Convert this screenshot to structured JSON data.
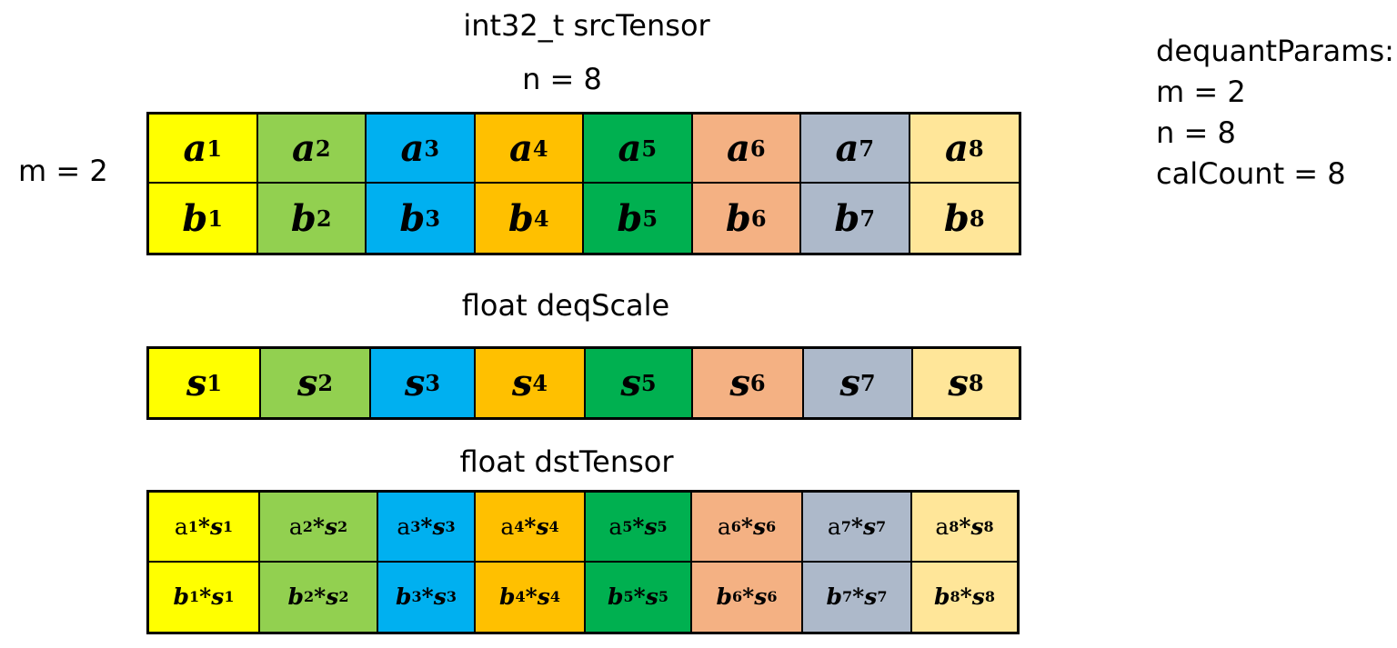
{
  "src": {
    "title": "int32_t  srcTensor",
    "n_label": "n = 8",
    "m_label": "m = 2",
    "row_a": [
      {
        "base": "a",
        "sub": "1"
      },
      {
        "base": "a",
        "sub": "2"
      },
      {
        "base": "a",
        "sub": "3"
      },
      {
        "base": "a",
        "sub": "4"
      },
      {
        "base": "a",
        "sub": "5"
      },
      {
        "base": "a",
        "sub": "6"
      },
      {
        "base": "a",
        "sub": "7"
      },
      {
        "base": "a",
        "sub": "8"
      }
    ],
    "row_b": [
      {
        "base": "b",
        "sub": "1"
      },
      {
        "base": "b",
        "sub": "2"
      },
      {
        "base": "b",
        "sub": "3"
      },
      {
        "base": "b",
        "sub": "4"
      },
      {
        "base": "b",
        "sub": "5"
      },
      {
        "base": "b",
        "sub": "6"
      },
      {
        "base": "b",
        "sub": "7"
      },
      {
        "base": "b",
        "sub": "8"
      }
    ]
  },
  "scale": {
    "title": "float  deqScale",
    "row": [
      {
        "base": "s",
        "sub": "1"
      },
      {
        "base": "s",
        "sub": "2"
      },
      {
        "base": "s",
        "sub": "3"
      },
      {
        "base": "s",
        "sub": "4"
      },
      {
        "base": "s",
        "sub": "5"
      },
      {
        "base": "s",
        "sub": "6"
      },
      {
        "base": "s",
        "sub": "7"
      },
      {
        "base": "s",
        "sub": "8"
      }
    ]
  },
  "dst": {
    "title": "float dstTensor",
    "row_a": [
      {
        "base": "a",
        "sub": "1",
        "op": "*",
        "sbase": "s",
        "ssub": "1"
      },
      {
        "base": "a",
        "sub": "2",
        "op": "*",
        "sbase": "s",
        "ssub": "2"
      },
      {
        "base": "a",
        "sub": "3",
        "op": "*",
        "sbase": "s",
        "ssub": "3"
      },
      {
        "base": "a",
        "sub": "4",
        "op": "*",
        "sbase": "s",
        "ssub": "4"
      },
      {
        "base": "a",
        "sub": "5",
        "op": "*",
        "sbase": "s",
        "ssub": "5"
      },
      {
        "base": "a",
        "sub": "6",
        "op": "*",
        "sbase": "s",
        "ssub": "6"
      },
      {
        "base": "a",
        "sub": "7",
        "op": "*",
        "sbase": "s",
        "ssub": "7"
      },
      {
        "base": "a",
        "sub": "8",
        "op": "*",
        "sbase": "s",
        "ssub": "8"
      }
    ],
    "row_b": [
      {
        "base": "b",
        "sub": "1",
        "op": "*",
        "sbase": "s",
        "ssub": "1"
      },
      {
        "base": "b",
        "sub": "2",
        "op": "*",
        "sbase": "s",
        "ssub": "2"
      },
      {
        "base": "b",
        "sub": "3",
        "op": "*",
        "sbase": "s",
        "ssub": "3"
      },
      {
        "base": "b",
        "sub": "4",
        "op": "*",
        "sbase": "s",
        "ssub": "4"
      },
      {
        "base": "b",
        "sub": "5",
        "op": "*",
        "sbase": "s",
        "ssub": "5"
      },
      {
        "base": "b",
        "sub": "6",
        "op": "*",
        "sbase": "s",
        "ssub": "6"
      },
      {
        "base": "b",
        "sub": "7",
        "op": "*",
        "sbase": "s",
        "ssub": "7"
      },
      {
        "base": "b",
        "sub": "8",
        "op": "*",
        "sbase": "s",
        "ssub": "8"
      }
    ]
  },
  "params": {
    "title": "dequantParams:",
    "m": "m = 2",
    "n": "n = 8",
    "calCount": "calCount = 8"
  },
  "colors": [
    "#ffff00",
    "#92d050",
    "#00b0f0",
    "#ffc000",
    "#00b050",
    "#f4b183",
    "#adb9ca",
    "#ffe699"
  ]
}
